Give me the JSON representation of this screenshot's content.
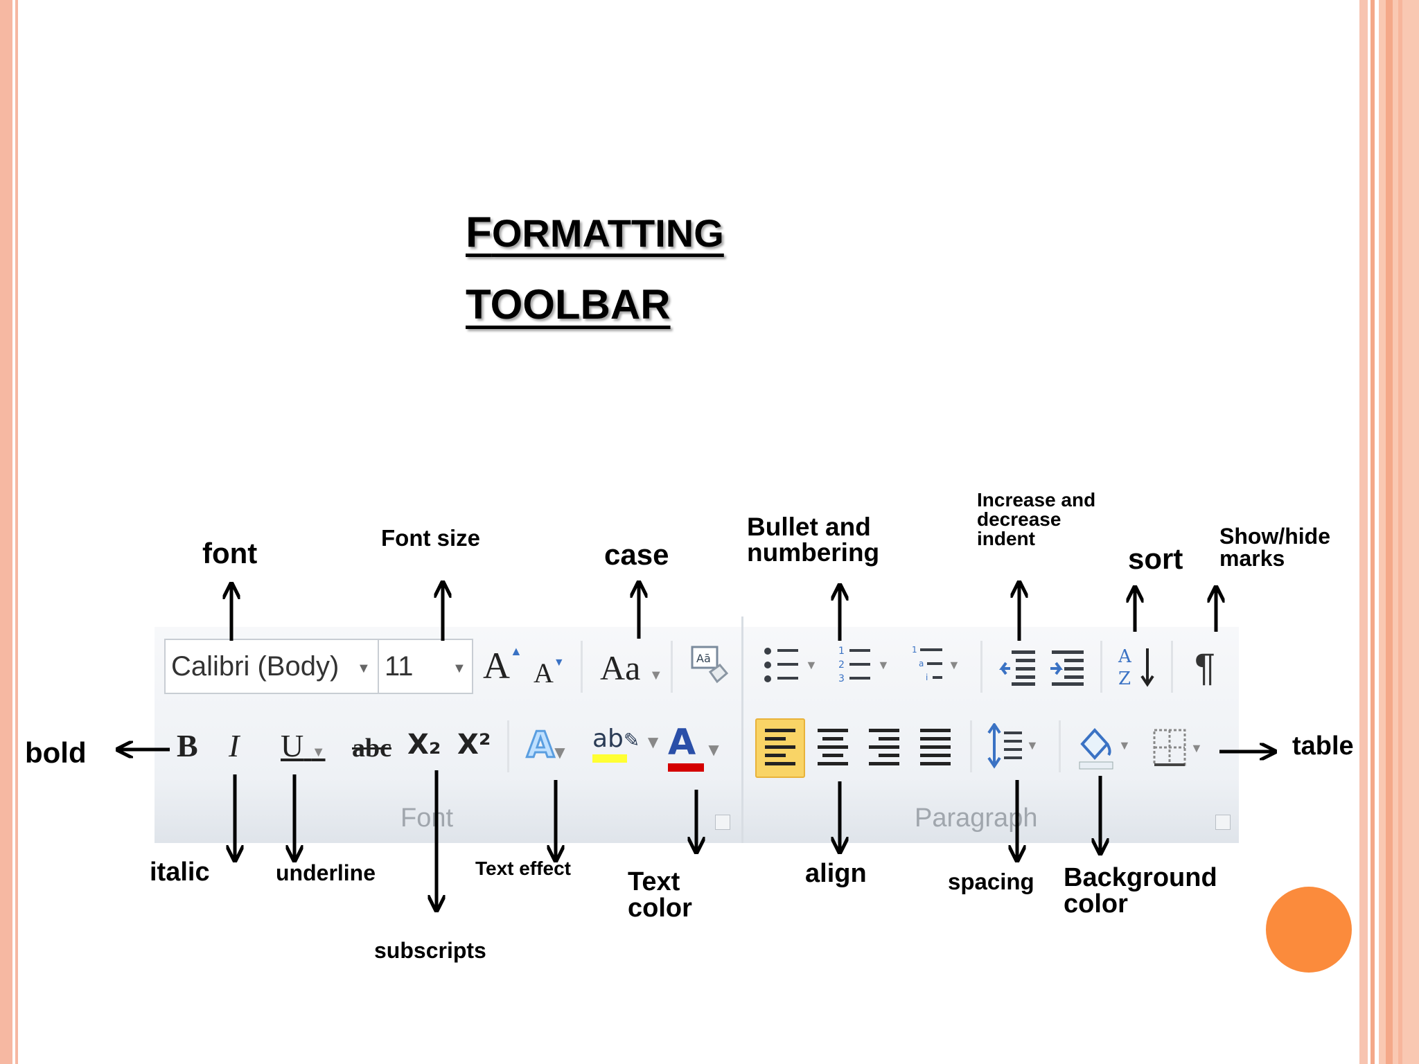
{
  "title": {
    "line1_first": "F",
    "line1_rest": "ORMATTING",
    "line2": "TOOLBAR"
  },
  "toolbar": {
    "font_name": "Calibri (Body)",
    "font_size": "11",
    "grow_font": "A",
    "shrink_font": "A",
    "change_case": "Aa",
    "bold": "B",
    "italic": "I",
    "underline": "U",
    "strikethrough": "abc",
    "subscript": "X₂",
    "superscript": "X²",
    "text_effect": "A",
    "highlight": "ab",
    "font_color": "A",
    "pilcrow": "¶",
    "font_group_label": "Font",
    "paragraph_group_label": "Paragraph"
  },
  "annotations": {
    "font": "font",
    "font_size": "Font size",
    "case": "case",
    "bullet_line1": "Bullet and",
    "bullet_line2": "numbering",
    "indent_line1": "Increase and",
    "indent_line2": "decrease",
    "indent_line3": "indent",
    "sort": "sort",
    "show_hide_line1": "Show/hide",
    "show_hide_line2": "marks",
    "bold": "bold",
    "table": "table",
    "italic": "italic",
    "underline": "underline",
    "subscripts": "subscripts",
    "text_effect": "Text effect",
    "text_color_line1": "Text",
    "text_color_line2": "color",
    "align": "align",
    "spacing": "spacing",
    "background_line1": "Background",
    "background_line2": "color"
  },
  "colors": {
    "border_salmon": "#f6b8a2",
    "accent_orange": "#fb8b3c",
    "highlight_yellow": "#f9d466",
    "font_color_red": "#d40000",
    "text_effect_blue": "#5a9ee0"
  }
}
